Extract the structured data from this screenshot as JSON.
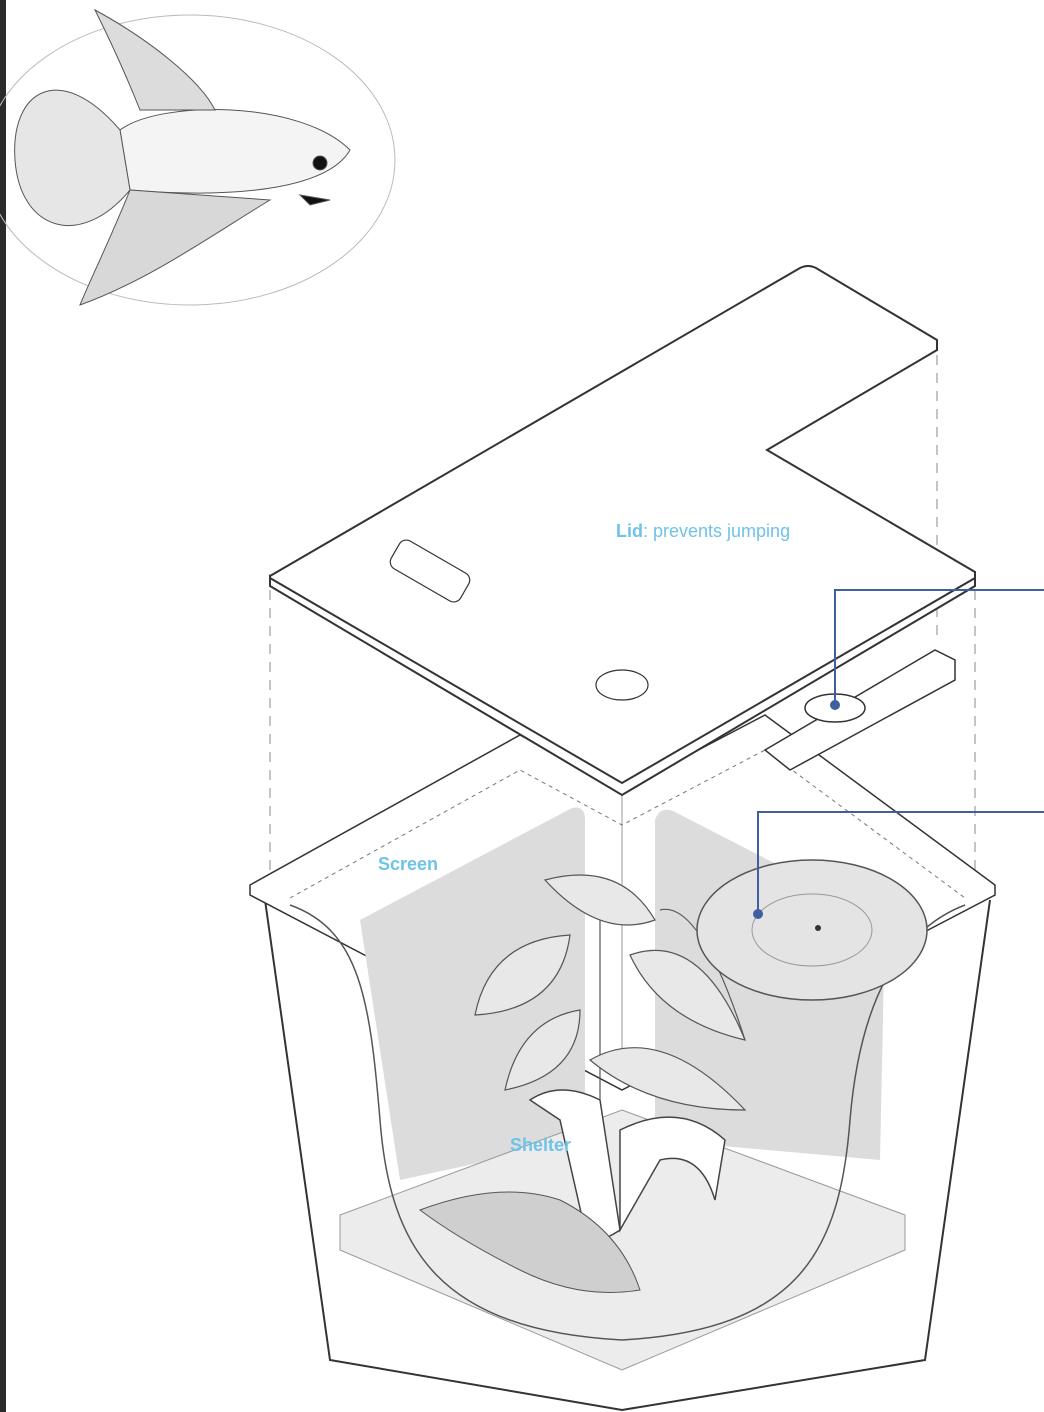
{
  "labels": {
    "lid_bold": "Lid",
    "lid_rest": ": prevents jumping",
    "screen": "Screen",
    "shelter": "Shelter"
  },
  "colors": {
    "label": "#6ec3e6",
    "callout": "#3f5fa0",
    "outline": "#333333",
    "panel": "#dcdcdc"
  },
  "icons": [
    "betta-fish-illustration",
    "plant-illustration",
    "lily-pad-illustration",
    "oak-leaf-illustration",
    "shelter-illustration"
  ]
}
